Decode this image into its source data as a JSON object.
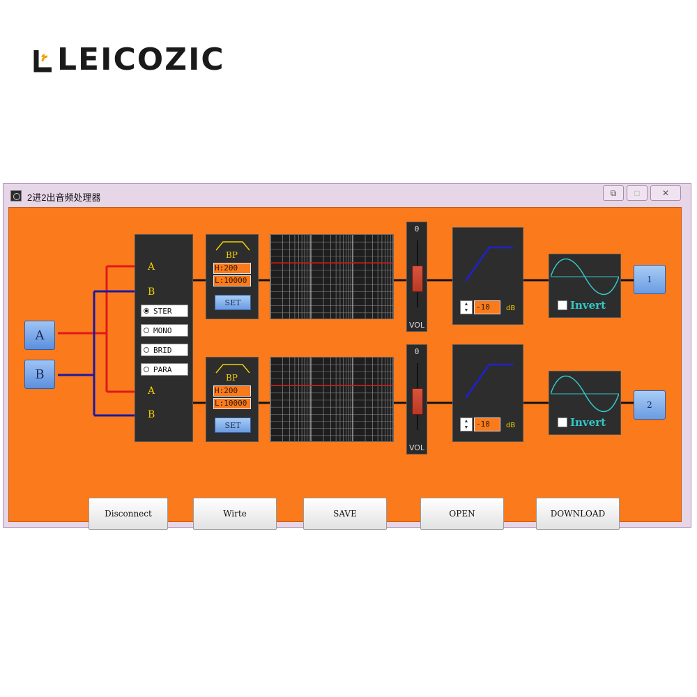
{
  "brand": {
    "name": "LEICOZIC"
  },
  "window": {
    "title": "2进2出音频处理器",
    "controls": {
      "restore": "⧉",
      "maximize": "□",
      "close": "✕"
    }
  },
  "inputs": [
    {
      "label": "A"
    },
    {
      "label": "B"
    }
  ],
  "matrix": {
    "top_labels": [
      "A",
      "B"
    ],
    "bottom_labels": [
      "A",
      "B"
    ],
    "modes": [
      {
        "label": "STER",
        "selected": true
      },
      {
        "label": "MONO",
        "selected": false
      },
      {
        "label": "BRID",
        "selected": false
      },
      {
        "label": "PARA",
        "selected": false
      }
    ]
  },
  "channels": [
    {
      "filter": {
        "label": "BP",
        "high": "H:200",
        "low": "L:10000",
        "set_label": "SET"
      },
      "fader": {
        "top": "0",
        "bottom": "VOL",
        "level": 0.55
      },
      "limiter": {
        "value": "-10",
        "unit": "dB"
      },
      "phase": {
        "invert_label": "Invert",
        "checked": false
      },
      "output": {
        "label": "1"
      }
    },
    {
      "filter": {
        "label": "BP",
        "high": "H:200",
        "low": "L:10000",
        "set_label": "SET"
      },
      "fader": {
        "top": "0",
        "bottom": "VOL",
        "level": 0.55
      },
      "limiter": {
        "value": "-10",
        "unit": "dB"
      },
      "phase": {
        "invert_label": "Invert",
        "checked": false
      },
      "output": {
        "label": "2"
      }
    }
  ],
  "buttons": {
    "disconnect": "Disconnect",
    "write": "Wirte",
    "save": "SAVE",
    "open": "OPEN",
    "download": "DOWNLOAD"
  },
  "colors": {
    "background": "#fa7a1c",
    "wire_red": "#e01818",
    "wire_blue": "#1a1aa0",
    "accent_yellow": "#f0d000",
    "invert_cyan": "#33c8c8"
  }
}
